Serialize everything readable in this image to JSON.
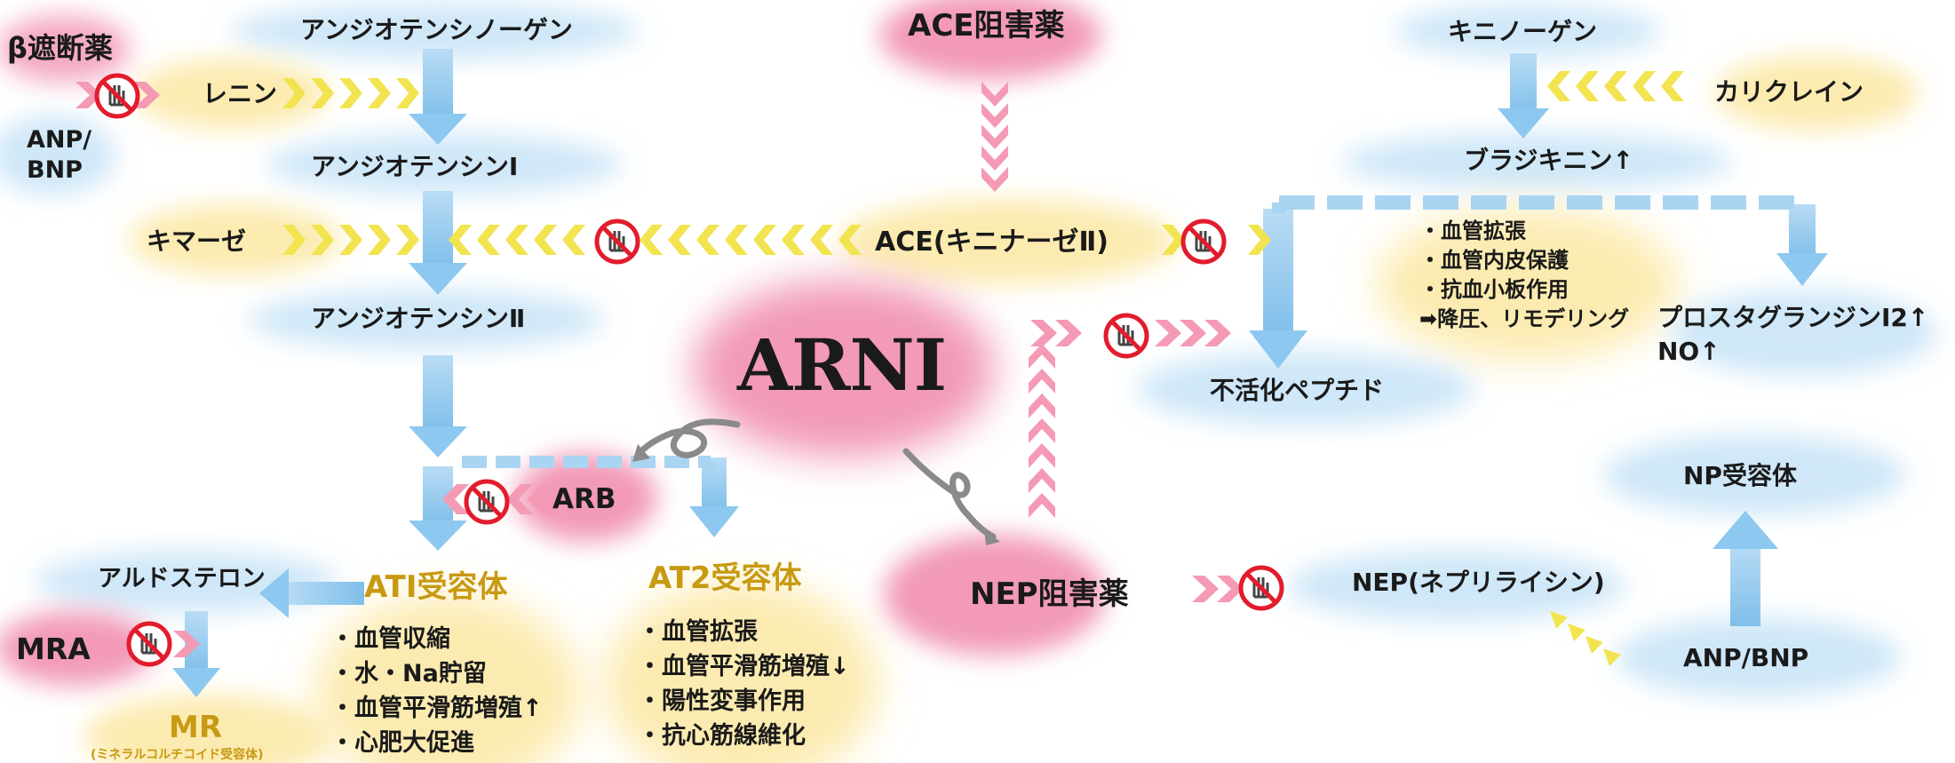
{
  "nodes": {
    "beta_blocker": "β遮断薬",
    "renin": "レニン",
    "anp_bnp_left_line1": "ANP/",
    "anp_bnp_left_line2": "BNP",
    "angiotensinogen": "アンジオテンシノーゲン",
    "angiotensin_1": "アンジオテンシンⅠ",
    "chymase": "キマーゼ",
    "angiotensin_2": "アンジオテンシンⅡ",
    "ace_inhibitor": "ACE阻害薬",
    "ace": "ACE(キニナーゼⅡ)",
    "kininogen": "キニノーゲン",
    "kallikrein": "カリクレイン",
    "bradykinin": "ブラジキニン↑",
    "arni": "ARNI",
    "inactive_peptide": "不活化ペプチド",
    "prostaglandin_line1": "プロスタグランジンI2↑",
    "prostaglandin_line2": "NO↑",
    "arb": "ARB",
    "aldosterone": "アルドステロン",
    "at1_receptor": "ATⅠ受容体",
    "at2_receptor": "AT2受容体",
    "mra": "MRA",
    "mr": "MR",
    "mr_sub": "(ミネラルコルチコイド受容体)",
    "nep_inhibitor": "NEP阻害薬",
    "nep": "NEP(ネプリライシン)",
    "np_receptor": "NP受容体",
    "anp_bnp_right": "ANP/BNP"
  },
  "lists": {
    "bradykinin_effects": [
      "・血管拡張",
      "・血管内皮保護",
      "・抗血小板作用",
      "➡降圧、リモデリング"
    ],
    "at1_effects": [
      "・血管収縮",
      "・水・Na貯留",
      "・血管平滑筋増殖↑",
      "・心肥大促進"
    ],
    "at2_effects": [
      "・血管拡張",
      "・血管平滑筋増殖↓",
      "・陽性変事作用",
      "・抗心筋線維化"
    ]
  },
  "icons": {
    "block": "prohibited-hand-icon",
    "arrow_blue": "blue-arrow-icon",
    "chevron_yellow": "yellow-chevron-icon",
    "chevron_pink": "pink-chevron-icon"
  },
  "colors": {
    "blue_arrow": "#8cc8ef",
    "yellow_chevron": "#f2e450",
    "pink_chevron": "#f49ab5",
    "blob_blue": "#bfe0f6",
    "blob_yellow": "#fcebb0",
    "blob_pink": "#f29ab8",
    "gold_text": "#c89a12",
    "block_red": "#e21c2c"
  }
}
